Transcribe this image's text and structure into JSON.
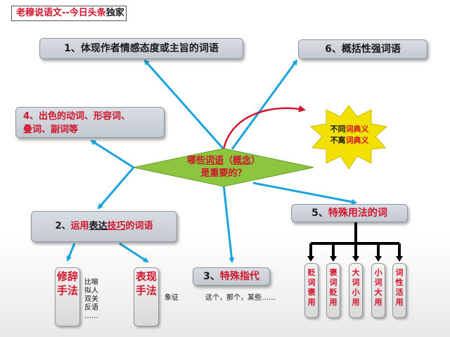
{
  "header": {
    "part1": "老穆说语文--今日头条",
    "part2": "独家"
  },
  "center": {
    "line1_a": "哪些",
    "line1_b": "词语",
    "line1_c": "（",
    "line1_d": "概念",
    "line1_e": "）",
    "line2": "是重要的？"
  },
  "node1": {
    "label": "1、体现作者情感态度或主旨的词语"
  },
  "node6": {
    "label": "6、概括性强词语"
  },
  "node4": {
    "line1": "4、出色的动词、形容词、",
    "line2": "叠词、副词等"
  },
  "star": {
    "line1_a": "不同",
    "line1_b": "词典义",
    "line2_a": "不离",
    "line2_b": "词典义"
  },
  "node2": {
    "prefix": "2、",
    "a": "运用",
    "b": "表达",
    "c": "技巧",
    "d": "的词语"
  },
  "node5": {
    "prefix": "5、",
    "label": "特殊用法的词"
  },
  "node3": {
    "prefix": "3、",
    "label": "特殊指代"
  },
  "sub_xiuci": {
    "label": "修辞手法",
    "items": [
      "比喻",
      "拟人",
      "双关",
      "反语",
      "……"
    ]
  },
  "sub_biaoxian": {
    "label": "表现手法",
    "items": [
      "象征"
    ]
  },
  "sub_zhidai": {
    "text": "这个，那个，某些……"
  },
  "usage_items": [
    "贬词褒用",
    "褒词贬用",
    "大词小用",
    "小词大用",
    "词性活用"
  ],
  "colors": {
    "arrow": "#1aa3dc",
    "red": "#d0142c",
    "diamond": "#8cc63f",
    "star": "#f2e100"
  }
}
